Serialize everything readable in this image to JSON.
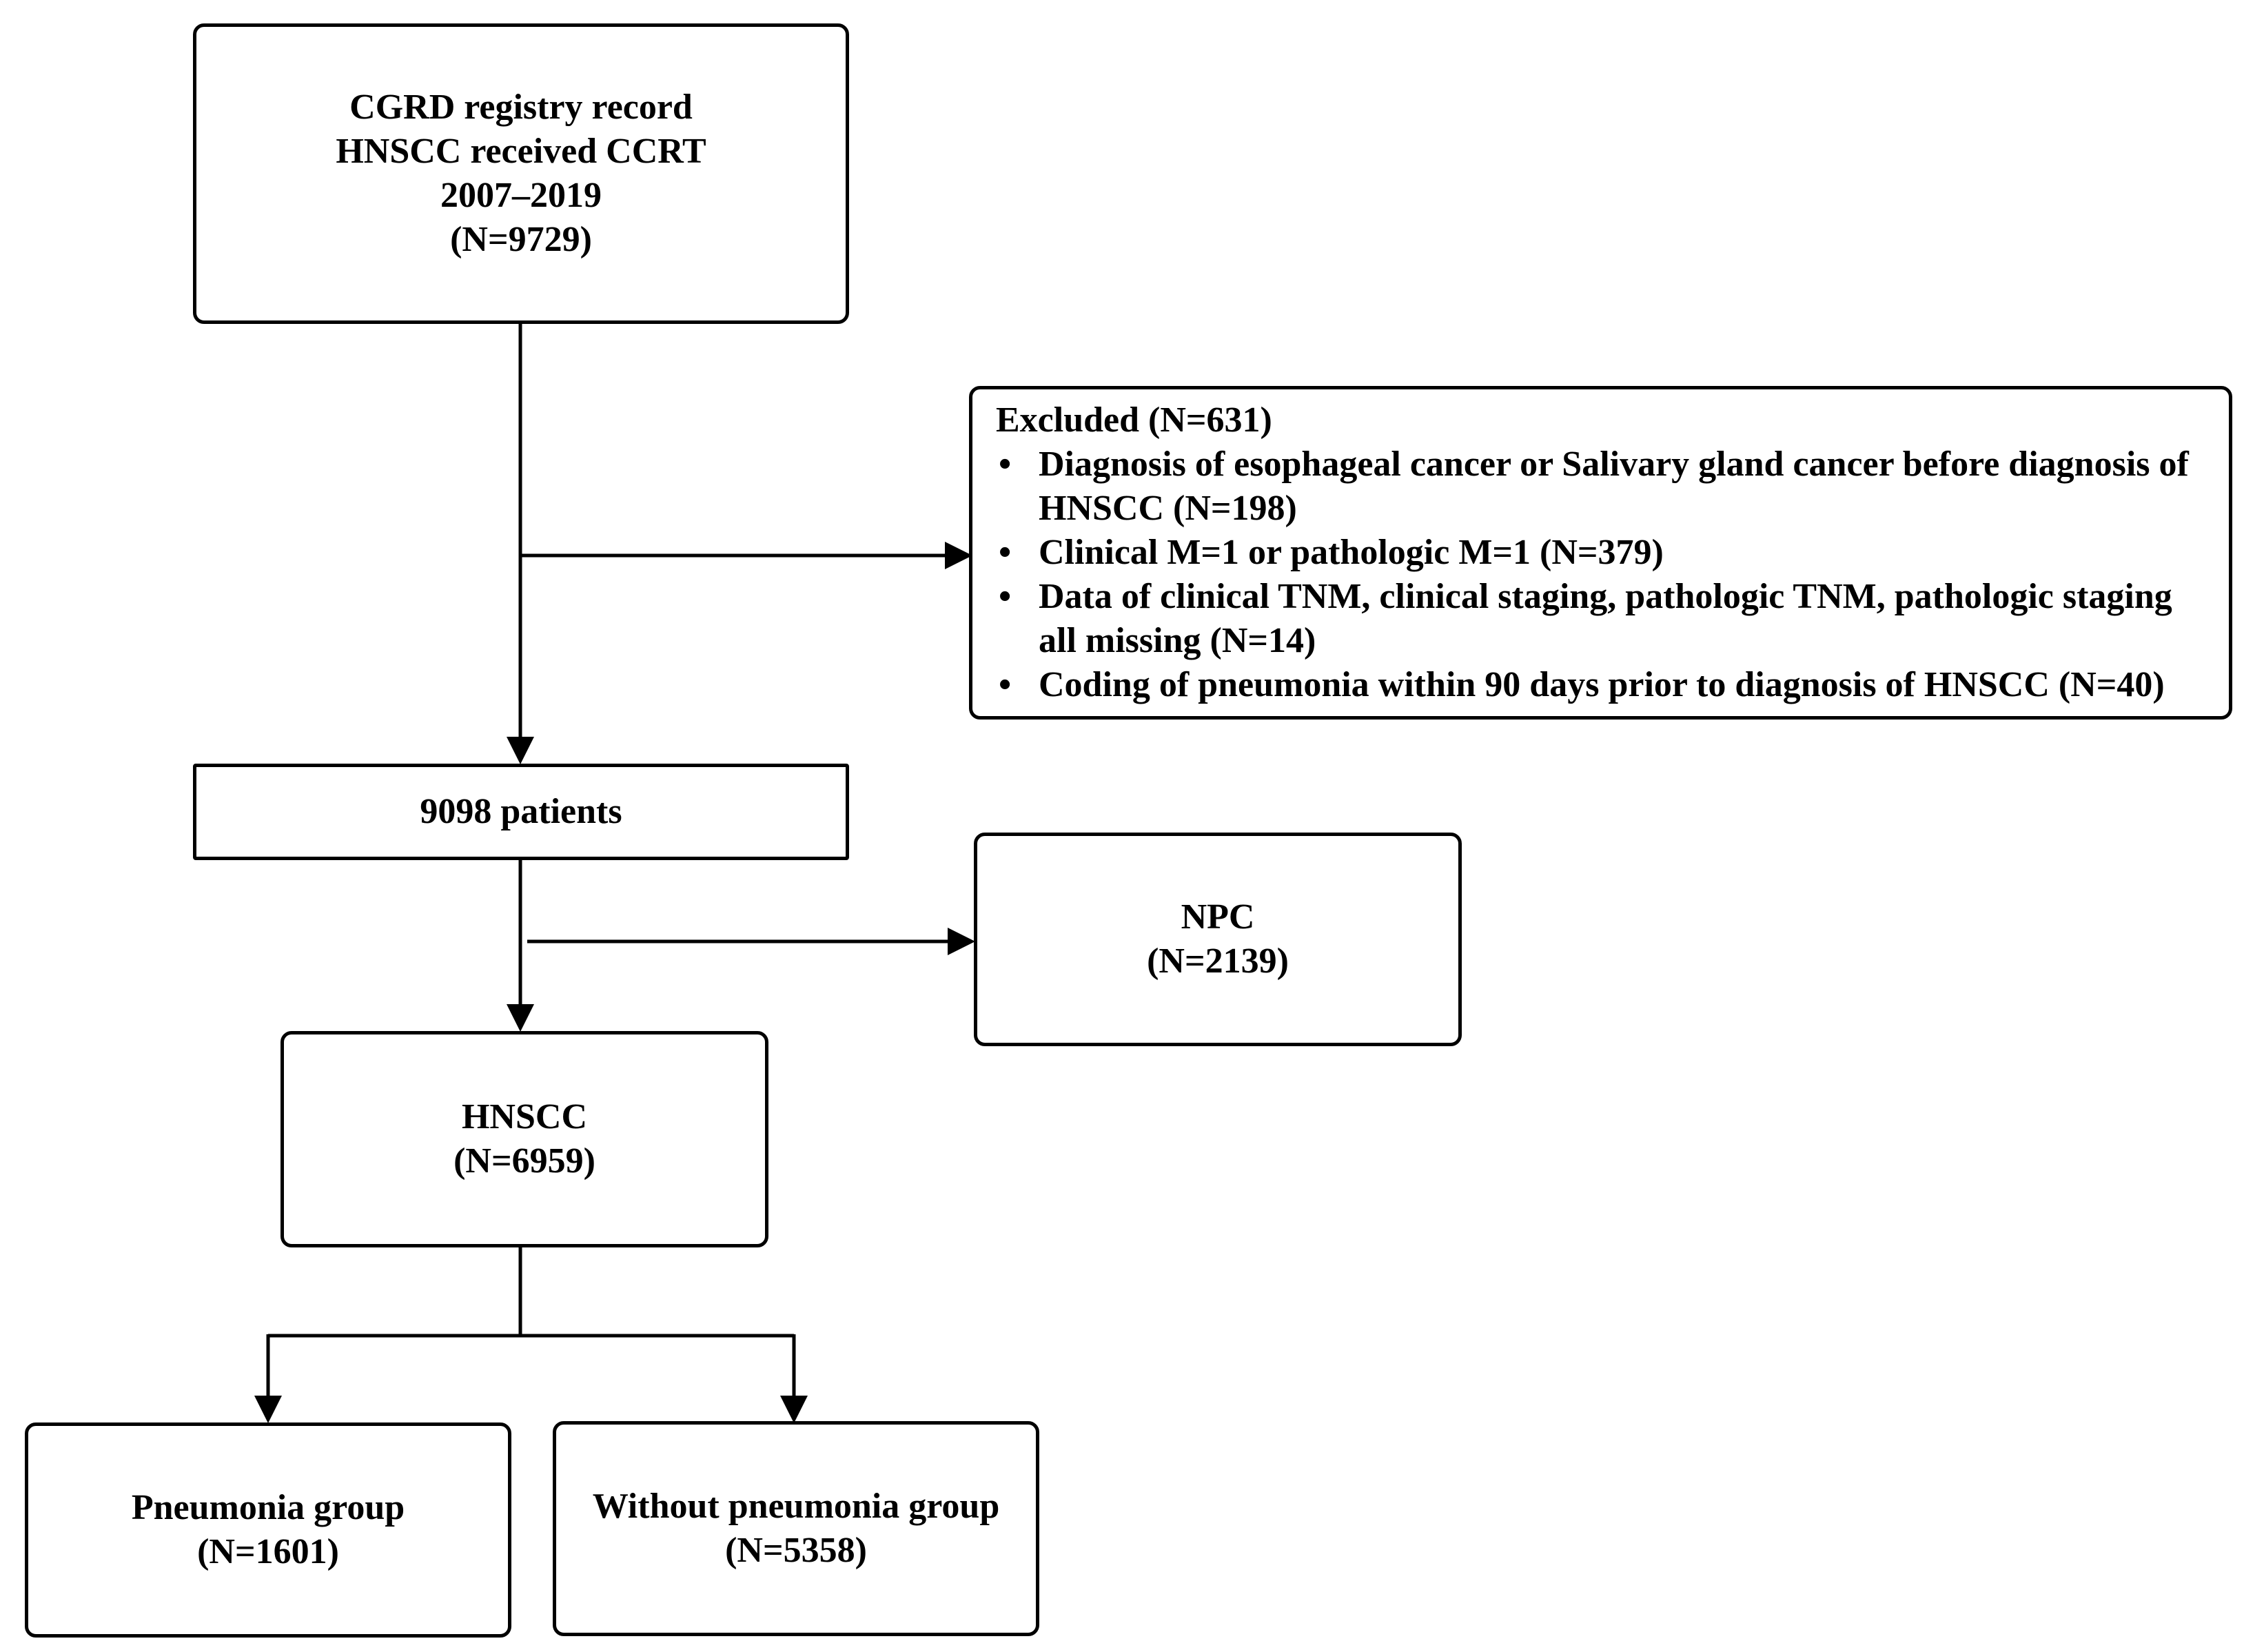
{
  "source_box": {
    "lines": [
      "CGRD registry record",
      "HNSCC received CCRT",
      "2007–2019",
      "(N=9729)"
    ]
  },
  "exclusion_box": {
    "title": "Excluded (N=631)",
    "items": [
      "Diagnosis of esophageal cancer or Salivary gland cancer before diagnosis of HNSCC (N=198)",
      "Clinical M=1 or pathologic M=1 (N=379)",
      "Data of clinical TNM, clinical staging, pathologic TNM, pathologic staging all missing (N=14)",
      "Coding of pneumonia within 90 days prior to diagnosis of HNSCC (N=40)"
    ]
  },
  "patients_box": {
    "label": "9098 patients"
  },
  "npc_box": {
    "lines": [
      "NPC",
      "(N=2139)"
    ]
  },
  "hnscc_box": {
    "lines": [
      "HNSCC",
      "(N=6959)"
    ]
  },
  "pneumonia_box": {
    "lines": [
      "Pneumonia group",
      "(N=1601)"
    ]
  },
  "without_pneumonia_box": {
    "lines": [
      "Without pneumonia group",
      "(N=5358)"
    ]
  },
  "colors": {
    "line": "#000000",
    "box_border": "#000000",
    "background": "#ffffff",
    "text": "#000000"
  }
}
